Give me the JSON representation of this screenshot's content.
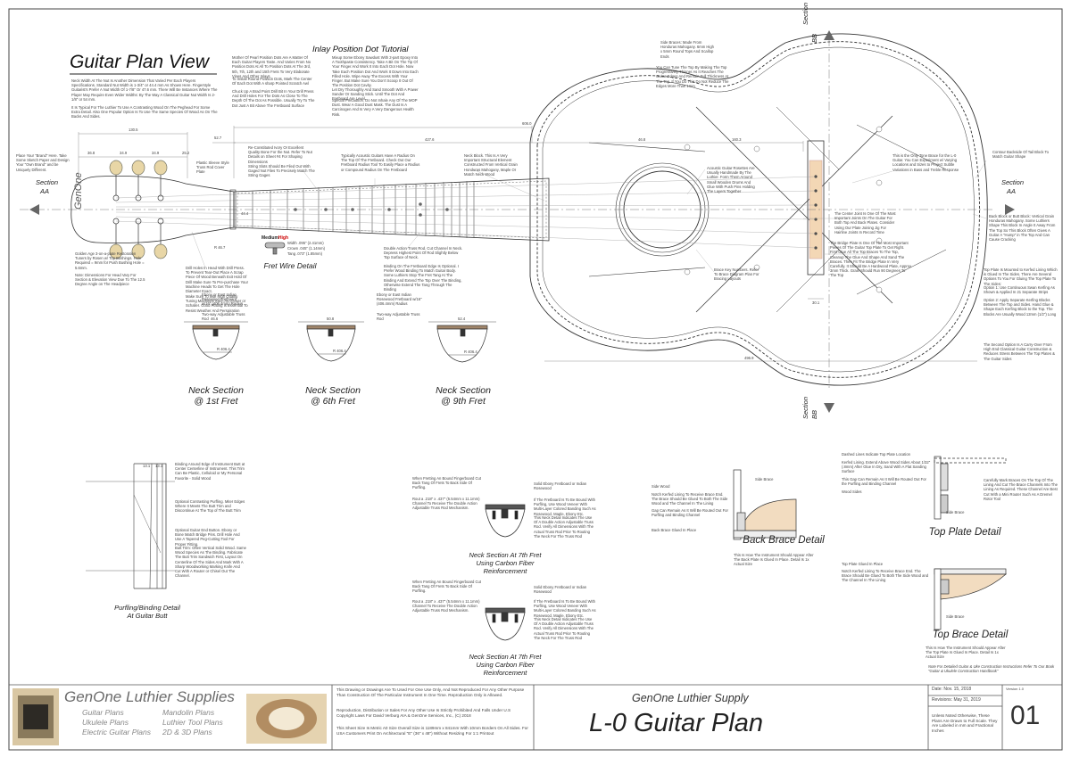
{
  "header": {
    "main_title": "Guitar Plan View",
    "inlay_tutorial_title": "Inlay Position Dot Tutorial"
  },
  "section_labels": {
    "aa_word": "Section",
    "aa_letters": "AA",
    "bb_word": "Section",
    "bb_letters": "BB"
  },
  "notes": {
    "neck_width": "Neck Width At The Nut Is Another Dimension That Varied Per Each Players Specifications. Standard Nut Width is 1-3/4\" or 44.4 mm As Shown Here. Fingerstyle Guitarist's Prefer A Nut Width Of 1-7/8\" Or 47.6 mm. There Will Be Instances Where The Player May Require Even Wider Widths: By The Way A Classical Guitar Nut Width Is 2-1/8\" or 54 mm.",
    "headstock": "It Is Typical For The Luthier To Use A Contrasting Wood On The Peghead For Some Extra Detail. Also One Popular Option Is To Use The Same Species Of Wood As On The Backs And Sides.",
    "brand": "Place Your \"Brand\" Here. Take Some Sketch Paper and Design Your \"Own Brand\" and be Uniquely Different.",
    "golden_age": "Golden Age 3-on-a-plate Restoration Tuners by Rosen w/ Top Bushings. Hole Required = 9mm for Push Bushing Hole = 5.6mm.",
    "head_vary": "Note: Dimensions For Head Vary For Section & Elevation View Due To The 12.5 Degree Angle on The Headpiece",
    "drill_holes": "Drill Holes In Head With Drill Press. To Prevent Tear-Out Place A Scrap Piece Of Wood Beneath Exit Hold Of Drill Make Sure To Pre-purchase Your Machine Heads To Get The Hole Diameter Exact.",
    "tuning_machines": "Make Sure To Use High Quality Tuning Machines Such As Grover or Schaller. Good Plating Is Essential To Resist Weather And Perspiration",
    "plastic_sleeve": "Plastic Sleeve Style Truss Rod Cover Plate",
    "reconstituted": "Re-Constituted Ivory Or Excellent Quality Bone For the Nut. Refer To Nut Details on Sheet #4 For Shaping Dimensions",
    "string_slots": "String Slots Should Be Filed Out With Gaged Nut Files To Precisely Match The String Gages",
    "typically_acoustic": "Typically Acoustic Guitars Have A Radius On The Top Of The Fretboard. Check Out Our Fretboard Radius Tool To Easily Place a Radius or Compound Radius On The Fretboard",
    "neck_block": "Neck Block. This Is A Very Important Structural Element Constructed From Vertical Grain Honduras Mahogany, Maple Or Match Neck Wood",
    "double_action": "Double Action Truss Rod. Cut Channel In Neck. Depress Highest Point Of Rod Slightly Below Top Surface of Neck.",
    "binding_fretboard": "Binding On The Fretboard Edge Is Optional. I Prefer Wood Binding To Match Guitar Body. Some Luthiers Stop The Fret Tang At The Binding And Extend The Top Over The Binding, Otherwise Extend The Tang Through The Binding",
    "acoustic_rosettes": "Acoustic Guitar Rosettes Are Usually Handmade By The Luthier. Form Them Around Small Wooden Drums And Glue With Push Pins Holding The Layers Together",
    "brace_key": "Brace Key Numbers. Refer To Brace Diagram Plan For Bracing Layouts",
    "side_braces": "Side Braces: Made From Honduras Mahogany. 6mm High x 5mm Round Tops And Scallop Ends",
    "tune_top": "You Can Tune The Top By Making The Top Progressively Thinner As It Reaches The Guitar Edges And Remain Full Thickness At The Top. If You Do This Do Not Reduce The Edges More Than 1mm",
    "tone_brace": "This is the Only Tone Brace for the L-0 Guitar. You Can Experiment w/ Varying Locations and Sizes to Project Subtle Variations in Bass and Treble Response",
    "contour": "Contour Backside Of Tail Block To Match Guitar Shape",
    "tail_block": "Back Block or Butt Block: Vertical Grain Honduras Mahogany. Some Luthiers Shape This Block In Angle It Away From The Top So This Block Often Gives A Guitar A \"Hump\" in The Top And Can Cause Cracking",
    "center_joint": "The Center Joint Is One Of The Most Important Joints On The Guitar For Both Top And Back Plates. Consider Using Our Plate Joining Jig For Hairline Joints In Record Time",
    "bridge_plate": "The Bridge Plate Is One Of The Most Important Pieces Of The Guitar Top Plate To Get Right. First Glue All The Top Braces To The Top, Cleanup The Glue And Shape And Sand The Braces. Then Fit The Bridge Plate In Very Carefully. It Should Be A Hardwood Plate, Approx 3mm Thick. Grain Should Run 90 Degrees To The Top",
    "top_plate_mounted": "Top Plate Is Mounted to Kerfed Lining Which is Glued In The Sides. There Are Several Options To You For Gluing The Top Plate To The Sides:",
    "option1": "Option 1: Use Continuous Swan Kerfing As Shown & Applied In 21 Separate Strips",
    "option2": "Option 2: Apply Separate Kerfing Blocks Between The Top and Sides. Hand Glue & Shape Each Kerfing Block to the Top. The Blocks Are Usually Wood 12mm (1/2\") Long",
    "second_option": "The Second Option Is A Carry-Over From High End Classical Guitar Construction & Reduces Stress Between The Top Plates & The Guitar Sides",
    "dot_tutorial_1": "Mother Of Pearl Position Dots Are A Matter Of Each Guitar Players Taste. And Varies From No Position Dots At All To Position Dots At The 3rd, 5th, 7th, 12th and 15th Frets To Very Elaborate Vines And Other Inlays.",
    "dot_tutorial_2": "To Install Round Position Dots, Mark The Center Of Each Dot With A sharp Pointed Scratch Awl",
    "dot_tutorial_3": "Chuck Up A Brad Point Drill Bit In Your Drill Press And Drill Holes For The Dots As Close To The Depth Of The Dot As Possible. Usually Try To The Dot Just A Bit Above The Fretboard Surface",
    "dot_tutorial_4": "Mixup Some Ebony Sawdust With 2-part Epoxy Into A Toothpaste Consistency. Take A Bit On The Tip Of Your Finger And Work It Into Each Dot Hole. Now Take Each Position Dot And Work It Down Into Each Filled Hole. Wipe Away The Excess With Your Finger. But Make Sure You Don't Scoop It Out Of The Position Dot Cavity.",
    "dot_tutorial_5": "Let Dry Thoroughly And Sand Smooth With A Power Sander Or Sanding Stick. Until The Dot And Fretboard Are Level.",
    "dot_tutorial_6": "Special Precaution: Do Not Inhale Any Of The MOP Dust. Wear A Good Dust Mask. The Dust Is A Carcinogen And Is Very A Very Dangerous Health Risk.",
    "binding_butt": "Binding Around Edge of Instrument Butt at Center Centerline of Instrument. This Trim Can Be Plastic, Celluloid or My Personal Favorite - Solid Wood",
    "optional_purfling": "Optional Contrasting Purfling. Miter Edges Where It Meets The Butt Trim and Discontinue At The Top of The Butt Trim",
    "optional_butt": "Optional Guitar End Button. Ebony or Bone Match Bridge Pins. Drill Hole And Use A Tapered Peg-Cutting Tool For Proper Fitting.",
    "butt_trim": "Butt Trim: Often Vertical Solid Wood. Same Wood Species As The Binding. Fabricate The Butt Trim Sandwich First, Layout On Centerline Of The Sides And Mark With A Sharp Woodworking Marking Knife And Cut With A Router or Chisel Out The Channel.",
    "carbon_1a": "When Fretting An Bound Fingerboard Cut Back Tang Of Frets To Back Side Of Purfling.",
    "carbon_1b": "Rout a .218\" x .437\" (5.54mm x 11.1mm) Channel To Receive The Double Action Adjustable Truss Rod Mechanism.",
    "carbon_1c": "Solid Ebony Fretboard or Indian Rosewood",
    "carbon_1d": "If The Fretboard Is To Be Bound With Purfling, Use Wood Veneer With Multi-Layer Colored Banding Such As Rosewood, Maple, Ebony Etc.",
    "carbon_1e": "This Neck Detail Indicates The Use Of A Double Action Adjustable Truss Rod. Verify All Dimensions With The Actual Truss Rod Prior To Routing The Neck For The Truss Rod",
    "solid_wood": "Side Wood",
    "notch_kerfed": "Notch Kerfed Lining To Receive Brace End. The Brace Should Be Glued To Both The Side Wood and The Channel In The Lining",
    "gap_routed": "Gap Can Remain As It Will Be Routed Out For Purfling and Binding Channel",
    "back_brace_glued": "Back Brace Glued In Place",
    "instrument_appear": "This Is How The Instrument Should Appear After The Back Plate Is Glued In Place. Detail Is 1x Actual Size",
    "dashed_lines": "Dashed Lines Indicate Top Plate Location",
    "kerfed_lining": "Kerfed Lining. Extend Above Wood Sides About 1/32\" (.8mm) After Glue In Dry, Sand With A Flat Sanding Surface",
    "gap_purfling": "This Gap Can Remain As It Will Be Routed Out For the Purfling and Binding Channel",
    "wood_sides": "Wood Sides",
    "carefully_mark": "Carefully Mark Braces On The Top Of The Lining And Cut The Brace Channels Into The Lining As Required. These Channel Are Best Cut With a Mini Router Such As A Dremel Rotor Tool",
    "side_brace_label": "Side Brace",
    "top_braces_place": "Top Plate Glued In Place",
    "top_appear": "This Is How The Instrument Should Appear After The Top Plate Is Glued In Place. Detail Is 1x Actual Size",
    "note_detailed": "Note For Detailed Guitar & Uke Construction Instructions Refer To Our Book \"Guitar & Ukulele Construction Handbook\"",
    "ebony_fretboard": "Ebony or East Indian Rosewood Fretboard w/16\" (406.4mm) Radius",
    "two_way": "Two-way Adjustable Truss Rod",
    "brace_label": "Side Brace"
  },
  "fret_wire": {
    "title": "Fret Wire Detail",
    "grade_medium": "Medium",
    "grade_high": "High",
    "width": "Width .095\" (2.41mm)",
    "crown": "Crown .045\" (1.14mm)",
    "tang": "Tang .073\" (1.85mm)"
  },
  "captions": {
    "neck_1st_a": "Neck Section",
    "neck_1st_b": "@ 1st Fret",
    "neck_6th_a": "Neck Section",
    "neck_6th_b": "@ 6th Fret",
    "neck_9th_a": "Neck Section",
    "neck_9th_b": "@ 9th Fret",
    "purfling_a": "Purfling/Binding Detail",
    "purfling_b": "At Guitar Butt",
    "carbon_a1": "Neck Section At 7th Fret",
    "carbon_b1": "Using Carbon Fiber",
    "carbon_c1": "Reinforcement",
    "carbon_a2": "Neck Section At 7th Fret",
    "carbon_b2": "Using Carbon Fiber",
    "carbon_c2": "Reinforcement",
    "back_brace": "Back Brace Detail",
    "top_plate": "Top Plate Detail",
    "top_brace": "Top Brace Detail"
  },
  "dimensions": {
    "d1": "130.5",
    "d2": "36.8",
    "d3": "34.9",
    "d4": "34.9",
    "d5": "25.2",
    "d6": "52.7",
    "d7": "606.0",
    "d8": "427.6",
    "d9": "46.8",
    "d10": "160.3",
    "d11": "R 46.7",
    "d12": "44.4",
    "d13": "30.1",
    "d14": "496.9",
    "d15": "R 406.4",
    "n1": "46.6",
    "n2": "50.8",
    "n3": "52.4",
    "ts1": "13.1",
    "ts2": "13.1"
  },
  "brand_text": "GenOne",
  "title_block": {
    "company": "GenOne Luthier Supplies",
    "guitar_plans": "Guitar Plans",
    "ukulele_plans": "Ukulele Plans",
    "electric_plans": "Electric Guitar Plans",
    "mandolin_plans": "Mandolin Plans",
    "luthier_tool": "Luthier Tool Plans",
    "plans_2d3d": "2D & 3D Plans",
    "legal1": "This Drawing or Drawings Are To Used For One Use Only, And Not Reproduced For Any Other Purpose Than Construction Of The Particular Instrument In One Time. Reproduction Only is Allowed.",
    "legal2": "Reproduction, Distribution or Sales For Any Other Use Is Strictly Prohibited And Falls Under U.S Copyright Laws For David Verburg AIA & GenOne Services, Inc., (C) 2018",
    "legal3": "This Sheet Size Is Metric A0 Size Overall Size is 1189mm x 841mm With 10mm Borders On All Sides. For USA Customers Print On Architectural \"E\" (36\" x 48\") Without Resizing For 1:1 Printout",
    "supply_name": "GenOne Luthier Supply",
    "plan_name": "L-0 Guitar Plan",
    "date": "Date: Nov. 15, 2018",
    "revision_version": "Version 1.0",
    "revisions": "Revisions: May 31, 2019",
    "unless": "Unless Noted Otherwise, These Plans Are Drawn to Full Scale. They Are Labeled in mm and Fractional Inches",
    "sheet_no": "01"
  }
}
